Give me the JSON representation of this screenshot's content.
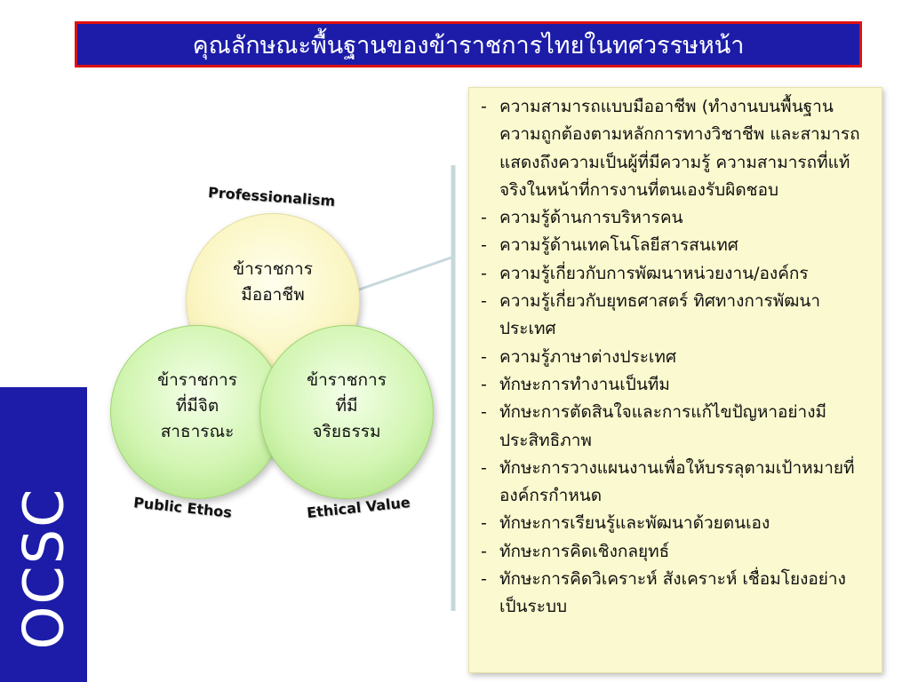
{
  "title": "คุณลักษณะพื้นฐานของข้าราชการไทยในทศวรรษหน้า",
  "side_label": "OCSC",
  "diagram": {
    "circle_top": {
      "line1": "ข้าราชการ",
      "line2": "มืออาชีพ",
      "caption": "Professionalism"
    },
    "circle_left": {
      "line1": "ข้าราชการ",
      "line2": "ที่มีจิต",
      "line3": "สาธารณะ",
      "caption": "Public  Ethos"
    },
    "circle_right": {
      "line1": "ข้าราชการ",
      "line2": "ที่มี",
      "line3": "จริยธรรม",
      "caption": "Ethical  Value"
    }
  },
  "details": [
    "ความสามารถแบบมืออาชีพ (ทำงานบนพื้นฐานความถูกต้องตามหลักการทางวิชาชีพ และสามารถแสดงถึงความเป็นผู้ที่มีความรู้ ความสามารถที่แท้จริงในหน้าที่การงานที่ตนเองรับผิดชอบ",
    "ความรู้ด้านการบริหารคน",
    "ความรู้ด้านเทคโนโลยีสารสนเทศ",
    "ความรู้เกี่ยวกับการพัฒนาหน่วยงาน/องค์กร",
    "ความรู้เกี่ยวกับยุทธศาสตร์ ทิศทางการพัฒนาประเทศ",
    "ความรู้ภาษาต่างประเทศ",
    "ทักษะการทำงานเป็นทีม",
    "ทักษะการตัดสินใจและการแก้ไขปัญหาอย่างมีประสิทธิภาพ",
    "ทักษะการวางแผนงานเพื่อให้บรรลุตามเป้าหมายที่องค์กรกำหนด",
    "ทักษะการเรียนรู้และพัฒนาด้วยตนเอง",
    "ทักษะการคิดเชิงกลยุทธ์",
    "ทักษะการคิดวิเคราะห์ สังเคราะห์ เชื่อมโยงอย่างเป็นระบบ"
  ],
  "colors": {
    "title_bg": "#1c1ca8",
    "title_border": "#e01010",
    "circle_top": "#fbf6c4",
    "circle_bottom": "#d2f5b2",
    "details_bg": "#fbf9cf"
  }
}
